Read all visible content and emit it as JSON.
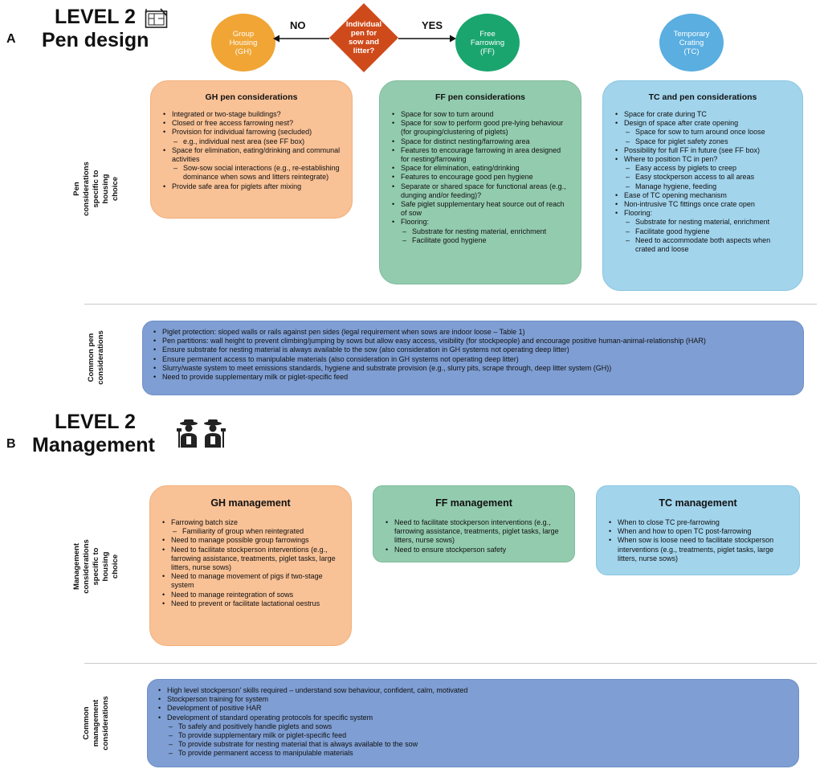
{
  "panel_a": {
    "letter": "A",
    "level": "LEVEL 2",
    "title": "Pen design",
    "flow": {
      "question": "Individual\npen for\nsow and\nlitter?",
      "no_label": "NO",
      "yes_label": "YES",
      "group_housing": "Group\nHousing\n(GH)",
      "free_farrowing": "Free\nFarrowing\n(FF)",
      "temporary_crating": "Temporary\nCrating\n(TC)"
    },
    "side_label_specific": "Pen considerations specific to housing\nchoice",
    "side_label_common": "Common pen\nconsiderations",
    "gh_box": {
      "title": "GH pen considerations",
      "items": [
        {
          "text": "Integrated or two-stage buildings?",
          "sub": false
        },
        {
          "text": "Closed or free access farrowing nest?",
          "sub": false
        },
        {
          "text": "Provision for individual farrowing (secluded)",
          "sub": false
        },
        {
          "text": "e.g., individual nest area (see FF box)",
          "sub": true
        },
        {
          "text": "Space for elimination, eating/drinking and communal activities",
          "sub": false
        },
        {
          "text": "Sow-sow social interactions (e.g., re-establishing dominance when sows and litters reintegrate)",
          "sub": true
        },
        {
          "text": "Provide safe area for piglets after mixing",
          "sub": false
        }
      ]
    },
    "ff_box": {
      "title": "FF pen considerations",
      "items": [
        {
          "text": "Space for sow to turn around",
          "sub": false
        },
        {
          "text": "Space for sow to perform good pre-lying behaviour (for grouping/clustering of piglets)",
          "sub": false
        },
        {
          "text": "Space for distinct nesting/farrowing area",
          "sub": false
        },
        {
          "text": "Features to encourage farrowing in area designed for nesting/farrowing",
          "sub": false
        },
        {
          "text": "Space for elimination, eating/drinking",
          "sub": false
        },
        {
          "text": "Features to encourage good pen hygiene",
          "sub": false
        },
        {
          "text": "Separate or shared space for functional areas (e.g., dunging and/or feeding)?",
          "sub": false
        },
        {
          "text": "Safe piglet supplementary heat source out of reach of sow",
          "sub": false
        },
        {
          "text": "Flooring:",
          "sub": false
        },
        {
          "text": "Substrate for nesting material, enrichment",
          "sub": true
        },
        {
          "text": "Facilitate good hygiene",
          "sub": true
        }
      ]
    },
    "tc_box": {
      "title": "TC and pen considerations",
      "items": [
        {
          "text": "Space for crate during TC",
          "sub": false
        },
        {
          "text": "Design of space after crate opening",
          "sub": false
        },
        {
          "text": "Space for sow to turn around once loose",
          "sub": true
        },
        {
          "text": "Space for piglet safety zones",
          "sub": true
        },
        {
          "text": "Possibility for full FF in future (see FF box)",
          "sub": false
        },
        {
          "text": "Where to position TC in pen?",
          "sub": false
        },
        {
          "text": "Easy access by piglets to creep",
          "sub": true
        },
        {
          "text": "Easy stockperson access to all areas",
          "sub": true
        },
        {
          "text": "Manage hygiene, feeding",
          "sub": true
        },
        {
          "text": "Ease of TC opening mechanism",
          "sub": false
        },
        {
          "text": "Non-intrusive TC fittings once crate open",
          "sub": false
        },
        {
          "text": "Flooring:",
          "sub": false
        },
        {
          "text": "Substrate for nesting material, enrichment",
          "sub": true
        },
        {
          "text": "Facilitate good hygiene",
          "sub": true
        },
        {
          "text": "Need to accommodate both aspects when crated and loose",
          "sub": true
        }
      ]
    },
    "common_box": {
      "items": [
        {
          "text": "Piglet protection: sloped walls or rails against pen sides (legal requirement when sows are indoor loose – Table 1)",
          "sub": false
        },
        {
          "text": "Pen partitions: wall height to prevent climbing/jumping by sows but allow easy access, visibility (for stockpeople) and encourage positive human-animal-relationship (HAR)",
          "sub": false
        },
        {
          "text": "Ensure substrate for nesting material is always available to the sow (also consideration in GH systems not operating deep litter)",
          "sub": false
        },
        {
          "text": "Ensure permanent access to manipulable materials (also consideration in GH systems not operating deep litter)",
          "sub": false
        },
        {
          "text": "Slurry/waste system to meet emissions standards, hygiene and substrate provision (e.g., slurry pits, scrape through, deep litter system (GH))",
          "sub": false
        },
        {
          "text": "Need to provide supplementary milk or piglet-specific feed",
          "sub": false
        }
      ]
    }
  },
  "panel_b": {
    "letter": "B",
    "level": "LEVEL 2",
    "title": "Management",
    "side_label_specific": "Management considerations specific to\nhousing choice",
    "side_label_common": "Common management\nconsiderations",
    "gh_box": {
      "title": "GH management",
      "items": [
        {
          "text": "Farrowing batch size",
          "sub": false
        },
        {
          "text": "Familiarity of group when reintegrated",
          "sub": true
        },
        {
          "text": "Need to manage possible group farrowings",
          "sub": false
        },
        {
          "text": "Need to facilitate stockperson interventions (e.g., farrowing assistance, treatments, piglet tasks, large litters, nurse sows)",
          "sub": false
        },
        {
          "text": "Need to manage movement of pigs if two-stage system",
          "sub": false
        },
        {
          "text": "Need to manage reintegration of sows",
          "sub": false
        },
        {
          "text": "Need to prevent or facilitate lactational oestrus",
          "sub": false
        }
      ]
    },
    "ff_box": {
      "title": "FF management",
      "items": [
        {
          "text": "Need to facilitate stockperson interventions (e.g., farrowing assistance, treatments, piglet tasks, large litters, nurse sows)",
          "sub": false
        },
        {
          "text": "Need to ensure stockperson safety",
          "sub": false
        }
      ]
    },
    "tc_box": {
      "title": "TC management",
      "items": [
        {
          "text": "When to close TC pre-farrowing",
          "sub": false
        },
        {
          "text": "When and how to open TC post-farrowing",
          "sub": false
        },
        {
          "text": "When sow is loose need to facilitate stockperson interventions (e.g., treatments, piglet tasks, large litters, nurse sows)",
          "sub": false
        }
      ]
    },
    "common_box": {
      "items": [
        {
          "text": "High level stockperson' skills required – understand sow behaviour, confident, calm, motivated",
          "sub": false
        },
        {
          "text": "Stockperson training for system",
          "sub": false
        },
        {
          "text": "Development of positive HAR",
          "sub": false
        },
        {
          "text": "Development of standard operating protocols for specific system",
          "sub": false
        },
        {
          "text": "To safely and positively handle piglets and sows",
          "sub": true
        },
        {
          "text": "To provide supplementary milk or piglet-specific feed",
          "sub": true
        },
        {
          "text": "To provide substrate for nesting material that is always available to the sow",
          "sub": true
        },
        {
          "text": "To provide permanent access to manipulable materials",
          "sub": true
        }
      ]
    }
  },
  "colors": {
    "gh_oval": "#f0a534",
    "ff_oval": "#1aa56f",
    "tc_oval": "#5aaee0",
    "diamond": "#cf4a1a",
    "gh_box": "#f8c196",
    "ff_box": "#93cbae",
    "tc_box": "#a2d4ec",
    "common_box": "#7f9ed3"
  },
  "icons": [
    "blueprint-icon",
    "farmers-icon"
  ]
}
